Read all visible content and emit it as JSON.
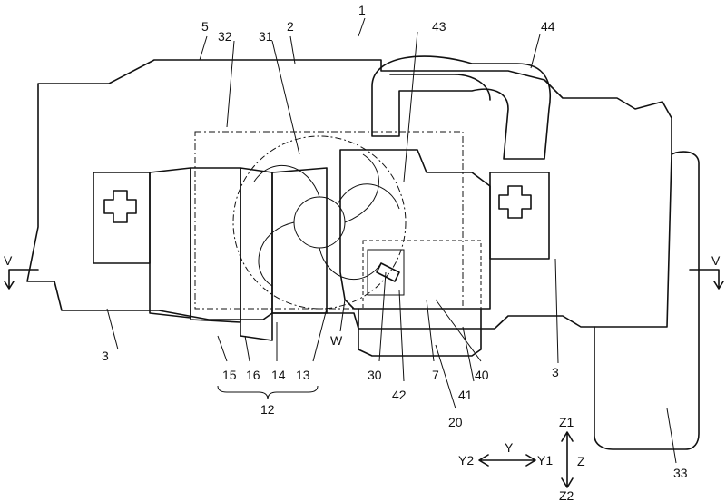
{
  "figure": {
    "labels": {
      "l1": "1",
      "l2": "2",
      "l5": "5",
      "l32": "32",
      "l31": "31",
      "l43": "43",
      "l44": "44",
      "l3a": "3",
      "l3b": "3",
      "lW": "W",
      "l15": "15",
      "l16": "16",
      "l14": "14",
      "l13": "13",
      "l12": "12",
      "l30": "30",
      "l42": "42",
      "l7": "7",
      "l41": "41",
      "l40": "40",
      "l20": "20",
      "l33": "33",
      "vLeft": "V",
      "vRight": "V"
    },
    "axes": {
      "z1": "Z1",
      "z": "Z",
      "z2": "Z2",
      "y2": "Y2",
      "y": "Y",
      "y1": "Y1"
    }
  }
}
